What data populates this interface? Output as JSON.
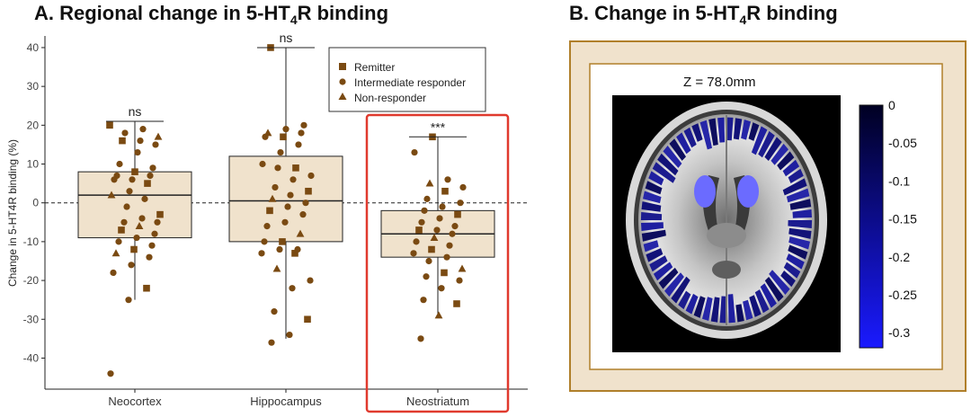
{
  "panel_a": {
    "title_pre": "A. Regional change in 5-HT",
    "title_sub": "4",
    "title_post": "R binding"
  },
  "panel_b": {
    "title_pre": "B. Change in 5-HT",
    "title_sub": "4",
    "title_post": "R binding",
    "slice_label": "Z = 78.0mm",
    "colorbar": {
      "ticks": [
        "0",
        "-0.05",
        "-0.1",
        "-0.15",
        "-0.2",
        "-0.25",
        "-0.3"
      ],
      "range": [
        -0.32,
        0
      ],
      "color_top": "#000022",
      "color_bottom": "#1a1aff"
    },
    "frame_color": "#b07f2a",
    "frame_fill": "#f0e2cc"
  },
  "chart_data": {
    "type": "box",
    "ylabel": "Change in 5-HT4R binding (%)",
    "ylim": [
      -48,
      43
    ],
    "yticks": [
      40,
      30,
      20,
      10,
      0,
      -10,
      -20,
      -30,
      -40
    ],
    "reference_line": 0,
    "categories": [
      "Neocortex",
      "Hippocampus",
      "Neostriatum"
    ],
    "significance": [
      "ns",
      "ns",
      "***"
    ],
    "highlighted_category": "Neostriatum",
    "highlight_color": "#e03a2e",
    "point_color": "#7a4a12",
    "box_fill": "#f0e2cc",
    "legend": {
      "position": "top-right",
      "entries": [
        {
          "label": "Remitter",
          "marker": "square"
        },
        {
          "label": "Intermediate responder",
          "marker": "circle"
        },
        {
          "label": "Non-responder",
          "marker": "triangle"
        }
      ]
    },
    "boxes": [
      {
        "category": "Neocortex",
        "q1": -9,
        "median": 2,
        "q3": 8,
        "whisker_low": -25,
        "whisker_high": 21
      },
      {
        "category": "Hippocampus",
        "q1": -10,
        "median": 0.5,
        "q3": 12,
        "whisker_low": -35,
        "whisker_high": 40
      },
      {
        "category": "Neostriatum",
        "q1": -14,
        "median": -8,
        "q3": -2,
        "whisker_low": -29,
        "whisker_high": 17
      }
    ],
    "points": [
      {
        "category": "Neocortex",
        "values": [
          20,
          19,
          18,
          17,
          16,
          16,
          15,
          13,
          10,
          9,
          8,
          7,
          7,
          6,
          6,
          5,
          3,
          2,
          1,
          -1,
          -3,
          -4,
          -5,
          -5,
          -6,
          -7,
          -8,
          -9,
          -10,
          -11,
          -12,
          -13,
          -14,
          -16,
          -18,
          -22,
          -25,
          -44
        ]
      },
      {
        "category": "Hippocampus",
        "values": [
          40,
          20,
          19,
          18,
          18,
          17,
          17,
          15,
          13,
          10,
          9,
          9,
          7,
          6,
          4,
          3,
          2,
          1,
          0,
          -1,
          -2,
          -3,
          -5,
          -6,
          -8,
          -10,
          -10,
          -12,
          -12,
          -13,
          -13,
          -17,
          -20,
          -22,
          -28,
          -30,
          -34,
          -36
        ]
      },
      {
        "category": "Neostriatum",
        "values": [
          17,
          13,
          6,
          5,
          4,
          3,
          1,
          0,
          -1,
          -2,
          -3,
          -4,
          -5,
          -6,
          -7,
          -7,
          -8,
          -9,
          -10,
          -11,
          -12,
          -13,
          -14,
          -15,
          -17,
          -18,
          -19,
          -20,
          -22,
          -25,
          -26,
          -29,
          -35
        ]
      }
    ]
  }
}
